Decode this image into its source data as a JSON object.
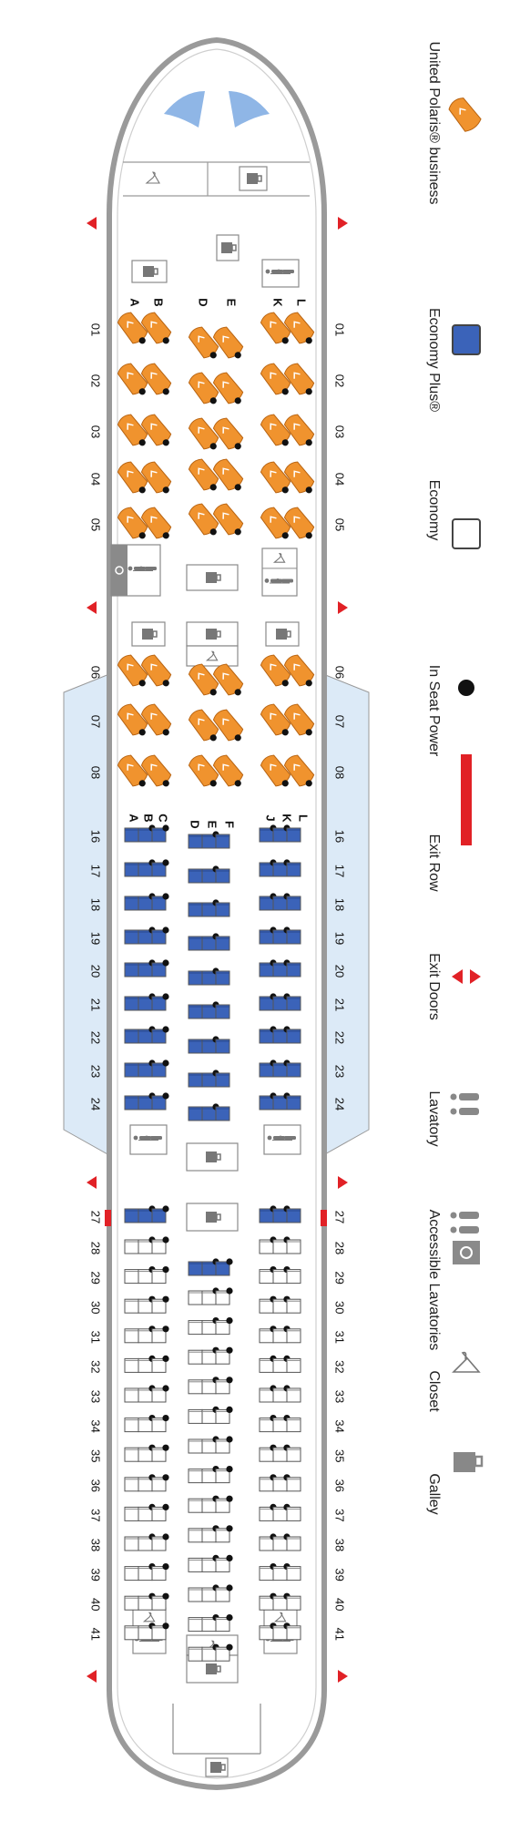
{
  "colors": {
    "polaris": "#f0932e",
    "polaris_edge": "#b86412",
    "economy_plus": "#3b63b9",
    "economy": "#ffffff",
    "seat_edge": "#555555",
    "power": "#111111",
    "exit": "#e12126",
    "fixture": "#8a8a8a",
    "fuselage": "#9a9a9a",
    "wing": "#dceaf7",
    "windshield": "#8fb6e6"
  },
  "columns": {
    "polaris_left": [
      "A",
      "B"
    ],
    "polaris_center": [
      "D",
      "E"
    ],
    "polaris_right": [
      "K",
      "L"
    ],
    "economy_left": [
      "A",
      "B",
      "C"
    ],
    "economy_center": [
      "D",
      "E",
      "F"
    ],
    "economy_right": [
      "J",
      "K",
      "L"
    ]
  },
  "rows": {
    "polaris_front": [
      "01",
      "02",
      "03",
      "04",
      "05"
    ],
    "polaris_rear": [
      "06",
      "07",
      "08"
    ],
    "economy_plus": [
      "16",
      "17",
      "18",
      "19",
      "20",
      "21",
      "22",
      "23",
      "24"
    ],
    "rear_plus": [
      "27"
    ],
    "economy": [
      "28",
      "29",
      "30",
      "31",
      "32",
      "33",
      "34",
      "35",
      "36",
      "37",
      "38",
      "39",
      "40",
      "41"
    ]
  },
  "legend": [
    {
      "label": "United Polaris® business",
      "icon": "polaris-seat-icon"
    },
    {
      "label": "Economy Plus®",
      "icon": "economy-plus-seat-icon"
    },
    {
      "label": "Economy",
      "icon": "economy-seat-icon"
    },
    {
      "label": "In Seat Power",
      "icon": "power-dot-icon"
    },
    {
      "label": "Exit Row",
      "icon": "exit-row-bar-icon"
    },
    {
      "label": "Exit Doors",
      "icon": "exit-door-arrows-icon"
    },
    {
      "label": "Lavatory",
      "icon": "lavatory-icon"
    },
    {
      "label": "Accessible Lavatories",
      "icon": "accessible-lavatory-icon"
    },
    {
      "label": "Closet",
      "icon": "closet-hanger-icon"
    },
    {
      "label": "Galley",
      "icon": "galley-cup-icon"
    }
  ]
}
